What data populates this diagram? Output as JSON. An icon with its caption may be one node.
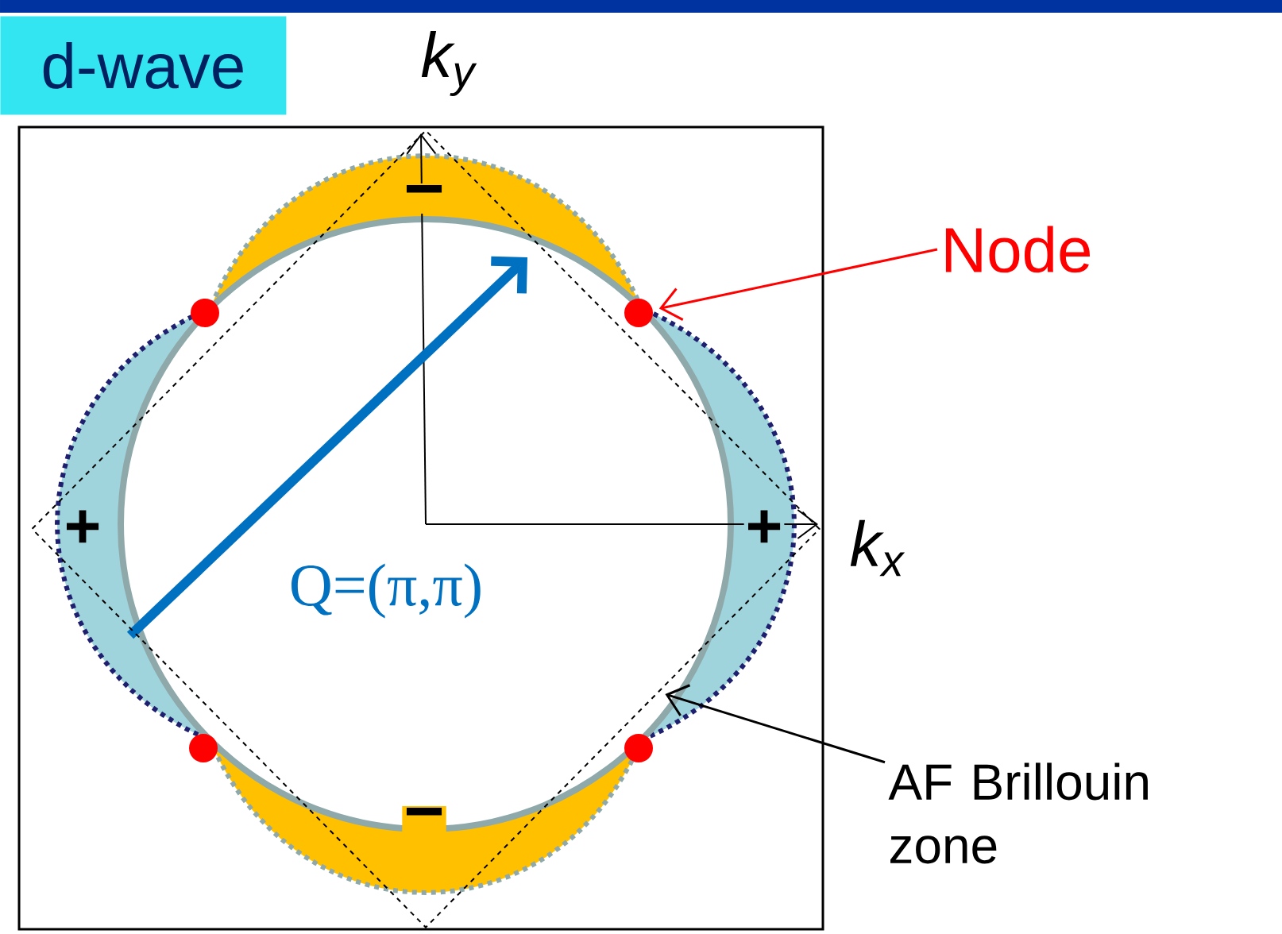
{
  "diagram": {
    "title": "d-wave",
    "nodes": [
      {
        "text": [
          "Node"
        ]
      },
      {
        "text": [],
        "shape": "circle"
      },
      {
        "text": [
          "AF Brillouin zone"
        ]
      },
      {
        "text": [],
        "shape": "diamond"
      }
    ],
    "edges": [
      {
        "from": 0,
        "to": 1,
        "arrow": "to",
        "color": "#ff0000"
      },
      {
        "from": 2,
        "to": 3,
        "arrow": "to",
        "color": "#000000"
      }
    ],
    "labels": [
      "k$_{y}$",
      "−",
      "+",
      "+",
      "k$_{x}$",
      "Q=(π,π)",
      "−"
    ]
  }
}
